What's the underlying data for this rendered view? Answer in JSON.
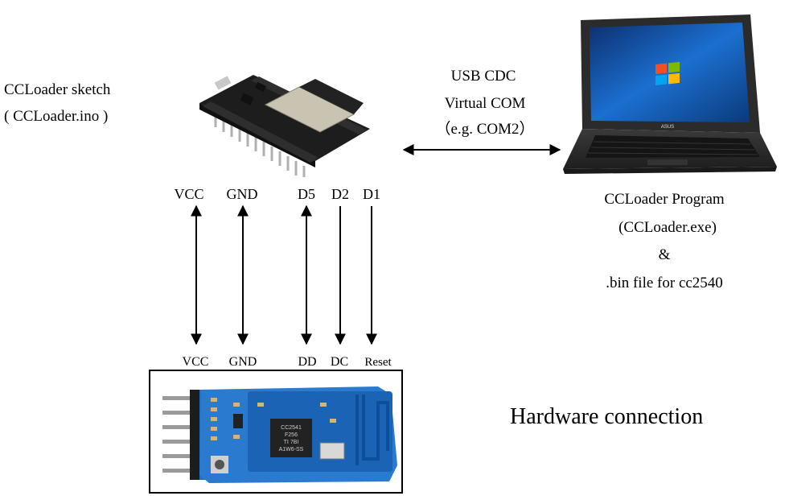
{
  "sketch": {
    "line1": "CCLoader sketch",
    "line2": "( CCLoader.ino )"
  },
  "usb": {
    "line1": "USB CDC",
    "line2": "Virtual COM",
    "line3": "（e.g. COM2）"
  },
  "program": {
    "line1": "CCLoader Program",
    "line2": "(CCLoader.exe)",
    "line3": "&",
    "line4": ".bin file for cc2540"
  },
  "top_pins": [
    "VCC",
    "GND",
    "D5",
    "D2",
    "D1"
  ],
  "bottom_pins": [
    "VCC",
    "GND",
    "DD",
    "DC",
    "Reset"
  ],
  "hardware_label": "Hardware connection",
  "laptop_brand": "ASUS",
  "chip": {
    "line1": "CC2541",
    "line2": "F256",
    "line3": "TI 7BI",
    "line4": "A1W6-SS"
  },
  "colors": {
    "pcb_black": "#1d1d1d",
    "pcb_blue": "#1f6fc4",
    "esp_silver": "#c9c4b2",
    "laptop_body": "#2b2b2b",
    "screen_blue": "#1b5fb5"
  }
}
